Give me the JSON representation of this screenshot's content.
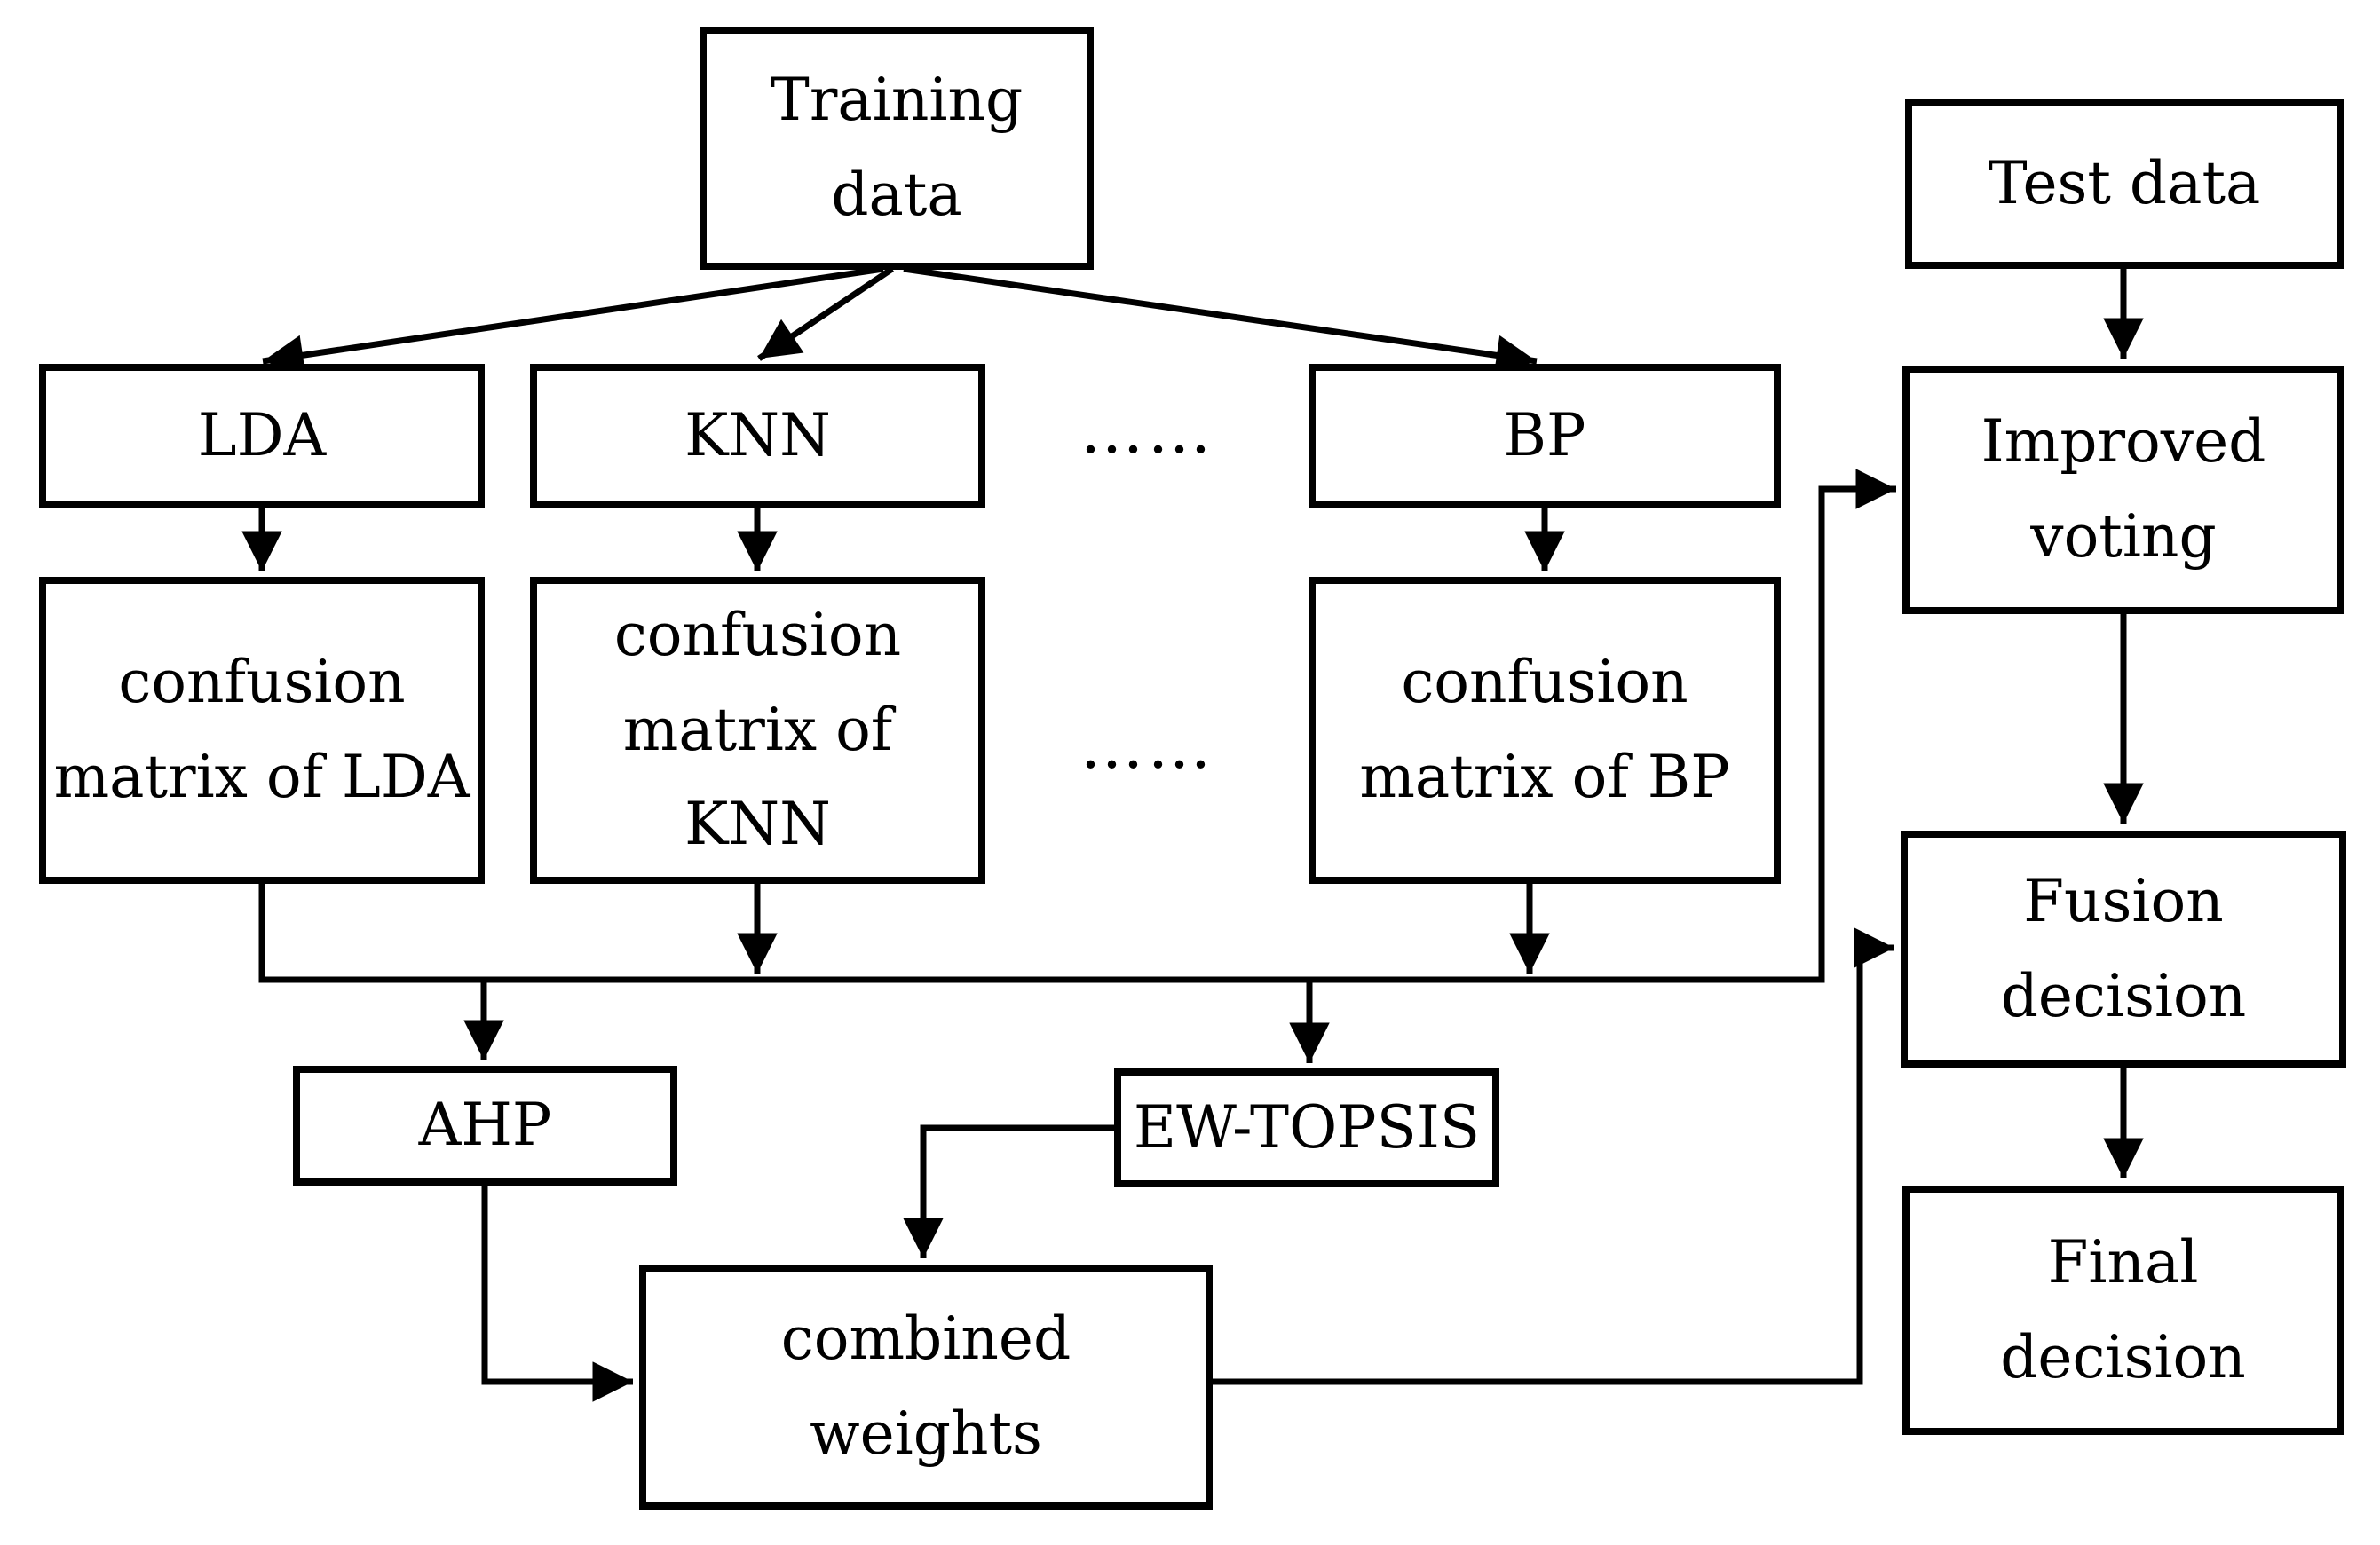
{
  "figure": {
    "background_color": "#ffffff",
    "line_color": "#000000",
    "description": "Flowchart of classifier fusion: training data feeds base classifiers whose confusion matrices are weighted (AHP, EW-TOPSIS) into combined weights; test data feeds improved voting and fusion decision to reach the final decision."
  },
  "nodes": {
    "training_data": {
      "lines": [
        "Training",
        "data"
      ]
    },
    "lda": {
      "lines": [
        "LDA"
      ]
    },
    "knn": {
      "lines": [
        "KNN"
      ]
    },
    "bp": {
      "lines": [
        "BP"
      ]
    },
    "conf_lda": {
      "lines": [
        "confusion",
        "matrix of LDA"
      ]
    },
    "conf_knn": {
      "lines": [
        "confusion",
        "matrix of",
        "KNN"
      ]
    },
    "conf_bp": {
      "lines": [
        "confusion",
        "matrix of BP"
      ]
    },
    "ahp": {
      "lines": [
        "AHP"
      ]
    },
    "ew_topsis": {
      "lines": [
        "EW-TOPSIS"
      ]
    },
    "combined_weights": {
      "lines": [
        "combined",
        "weights"
      ]
    },
    "test_data": {
      "lines": [
        "Test data"
      ]
    },
    "improved_voting": {
      "lines": [
        "Improved",
        "voting"
      ]
    },
    "fusion_decision": {
      "lines": [
        "Fusion",
        "decision"
      ]
    },
    "final_decision": {
      "lines": [
        "Final",
        "decision"
      ]
    }
  },
  "ellipsis": {
    "classifiers_row": "……",
    "matrices_row": "……"
  },
  "edges": [
    {
      "from": "training_data",
      "to": "lda",
      "arrow": true
    },
    {
      "from": "training_data",
      "to": "knn",
      "arrow": true
    },
    {
      "from": "training_data",
      "to": "bp",
      "arrow": true
    },
    {
      "from": "lda",
      "to": "conf_lda",
      "arrow": true
    },
    {
      "from": "knn",
      "to": "conf_knn",
      "arrow": true
    },
    {
      "from": "bp",
      "to": "conf_bp",
      "arrow": true
    },
    {
      "from": "conf_lda",
      "to": "improved_voting",
      "via": "bus",
      "arrow": true
    },
    {
      "from": "conf_knn",
      "to": "bus",
      "arrow": true
    },
    {
      "from": "conf_bp",
      "to": "bus",
      "arrow": true
    },
    {
      "from": "bus",
      "to": "ahp",
      "arrow": true
    },
    {
      "from": "bus",
      "to": "ew_topsis",
      "arrow": true
    },
    {
      "from": "ahp",
      "to": "combined_weights",
      "arrow": true
    },
    {
      "from": "ew_topsis",
      "to": "combined_weights",
      "arrow": true
    },
    {
      "from": "combined_weights",
      "to": "fusion_decision",
      "arrow": true
    },
    {
      "from": "test_data",
      "to": "improved_voting",
      "arrow": true
    },
    {
      "from": "improved_voting",
      "to": "fusion_decision",
      "arrow": true
    },
    {
      "from": "fusion_decision",
      "to": "final_decision",
      "arrow": true
    }
  ]
}
